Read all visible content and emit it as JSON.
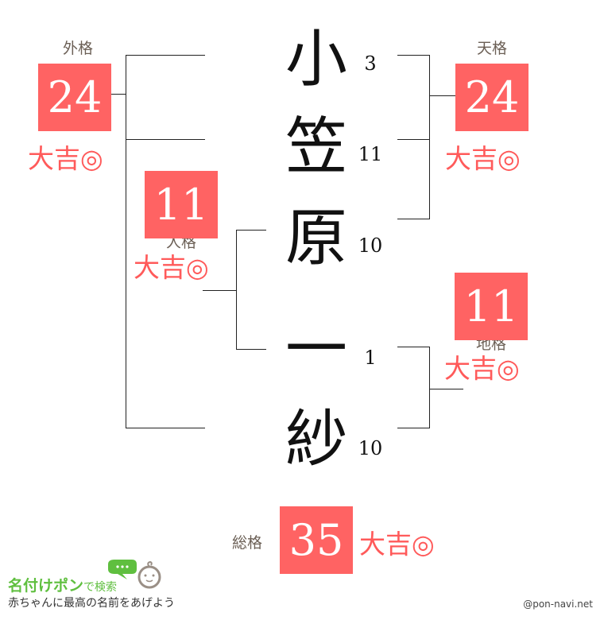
{
  "name": [
    {
      "char": "小",
      "strokes": "3"
    },
    {
      "char": "笠",
      "strokes": "11"
    },
    {
      "char": "原",
      "strokes": "10"
    },
    {
      "char": "一",
      "strokes": "1"
    },
    {
      "char": "紗",
      "strokes": "10"
    }
  ],
  "gaikaku": {
    "label": "外格",
    "value": "24",
    "fortune": "大吉◎"
  },
  "tenkaku": {
    "label": "天格",
    "value": "24",
    "fortune": "大吉◎"
  },
  "jinkaku": {
    "label": "人格",
    "value": "11",
    "fortune": "大吉◎"
  },
  "chikaku": {
    "label": "地格",
    "value": "11",
    "fortune": "大吉◎"
  },
  "soukaku": {
    "label": "総格",
    "value": "35",
    "fortune": "大吉◎"
  },
  "logo": {
    "title": "名付けポン",
    "suffix": "で検索",
    "tagline": "赤ちゃんに最高の名前をあげよう"
  },
  "credit": "@pon-navi.net",
  "colors": {
    "box": "#ff6363",
    "fortune": "#ff5a5a",
    "logo": "#5fbf3f"
  }
}
